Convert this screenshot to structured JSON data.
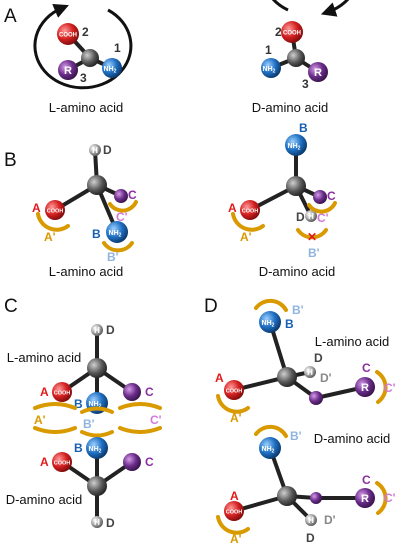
{
  "panels": [
    "A",
    "B",
    "C",
    "D"
  ],
  "captions": {
    "l_amino": "L-amino acid",
    "d_amino": "D-amino acid"
  },
  "atoms": {
    "cooh": "COOH",
    "nh2": "NH",
    "nh2_sub": "2",
    "r": "R",
    "h": "H"
  },
  "labels": {
    "A": "A",
    "B": "B",
    "C": "C",
    "D": "D",
    "Ap": "A'",
    "Bp": "B'",
    "Cp": "C'",
    "Dp": "D'",
    "cross": "✕"
  },
  "priority": {
    "one": "1",
    "two": "2",
    "three": "3"
  },
  "colors": {
    "carbon": "#555555",
    "cooh": "#d42020",
    "nh2": "#1f6fc2",
    "r": "#6a2d8a",
    "h": "#9a9a9a",
    "label_A": "#e01b1b",
    "label_B": "#1560b0",
    "label_C": "#8a2fa0",
    "label_D": "#444444",
    "label_Ap": "#d99a00",
    "label_Bp": "#8fb4e0",
    "label_Cp": "#d27ad8",
    "label_Dp": "#888888",
    "arc": "#d99a00"
  }
}
